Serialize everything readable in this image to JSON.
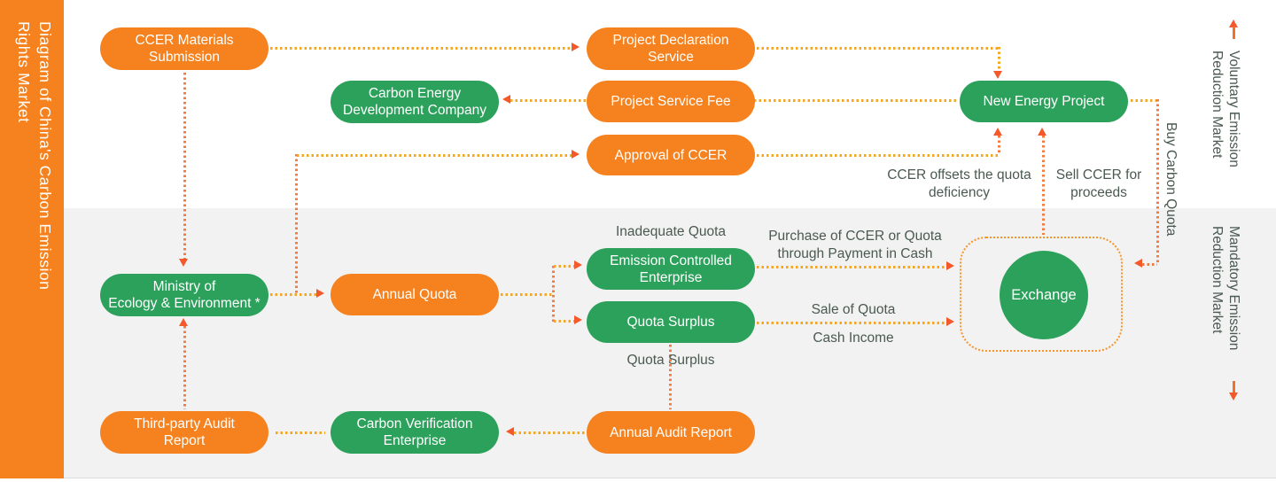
{
  "title": "Diagram of China's Carbon Emission\nRights Market",
  "markets": {
    "voluntary": "Voluntary Emission\nReduction Market",
    "mandatory": "Mandatory Emission\nReduction Market"
  },
  "nodes": {
    "ccer_materials_submission": "CCER Materials\nSubmission",
    "project_declaration_service": "Project Declaration\nService",
    "carbon_energy_development_company": "Carbon Energy\nDevelopment Company",
    "project_service_fee": "Project Service Fee",
    "new_energy_project": "New Energy Project",
    "approval_of_ccer": "Approval of CCER",
    "ministry_of_ecology": "Ministry of\nEcology & Environment *",
    "annual_quota": "Annual Quota",
    "emission_controlled_enterprise": "Emission Controlled\nEnterprise",
    "quota_surplus": "Quota Surplus",
    "exchange": "Exchange",
    "third_party_audit_report": "Third-party Audit\nReport",
    "carbon_verification_enterprise": "Carbon Verification\nEnterprise",
    "annual_audit_report": "Annual Audit Report"
  },
  "flow_labels": {
    "inadequate_quota": "Inadequate Quota",
    "purchase_of_ccer": "Purchase of CCER or Quota\nthrough Payment in Cash",
    "sale_of_quota": "Sale of Quota",
    "cash_income": "Cash Income",
    "quota_surplus": "Quota Surplus",
    "ccer_offsets": "CCER offsets the quota\ndeficiency",
    "sell_ccer": "Sell CCER for\nproceeds",
    "buy_carbon_quota": "Buy Carbon Quota"
  },
  "colors": {
    "orange_node": "#F5821F",
    "green_node": "#2CA15B",
    "line_yellow": "#F3A61E",
    "line_orange": "#F47B3D",
    "arrowhead": "#F4592B",
    "mandatory_section_bg": "#F2F2F2",
    "label_text": "#4A5A50"
  }
}
